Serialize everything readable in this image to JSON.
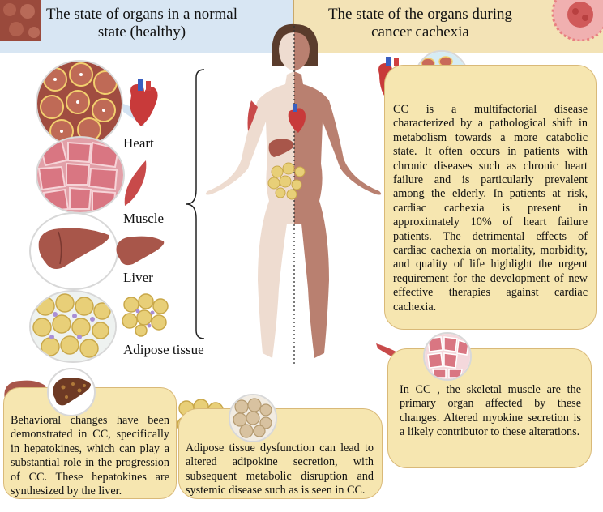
{
  "headers": {
    "left": "The state of organs in a normal state (healthy)",
    "right": "The state of the organs during cancer cachexia"
  },
  "organs": {
    "heart": "Heart",
    "muscle": "Muscle",
    "liver": "Liver",
    "adipose": "Adipose tissue"
  },
  "boxes": {
    "cc_description": "CC is a multifactorial disease characterized by a pathological shift in metabolism towards a more catabolic state. It often occurs in patients with chronic diseases such as chronic heart failure and is particularly prevalent among the elderly. In patients at risk, cardiac cachexia is present in approximately 10% of heart failure patients. The detrimental effects of cardiac cachexia on mortality, morbidity, and quality of life highlight the urgent requirement for the development of new effective therapies against cardiac cachexia.",
    "muscle_text": "In CC , the skeletal muscle are the primary organ affected by these changes. Altered myokine secretion is a likely contributor to these alterations.",
    "liver_text": "Behavioral changes have been demonstrated in CC, specifically in hepatokines, which can play a substantial role in the progression of CC. These hepatokines are synthesized by the liver.",
    "adipose_text": "Adipose tissue dysfunction can lead to altered adipokine secretion, with subsequent metabolic disruption and systemic disease such as is seen in CC."
  },
  "icons": [
    "heart-icon",
    "muscle-icon",
    "liver-icon",
    "adipose-icon",
    "human-figure",
    "cancer-cell-icon"
  ],
  "colors": {
    "header_left": "#d8e6f3",
    "header_right": "#f3e3b6",
    "box": "#f6e6b0",
    "skin_healthy": "#eedcd0",
    "skin_cachexia": "#b98070",
    "liver": "#a8564a",
    "muscle": "#c84a4a"
  }
}
